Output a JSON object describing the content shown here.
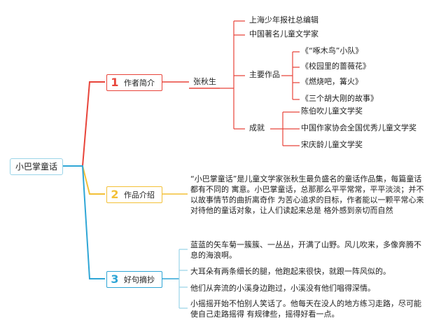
{
  "root": "小巴掌童话",
  "colors": {
    "red": "#e8443a",
    "yellow": "#f3c037",
    "blue": "#2fa6d6",
    "root_border": "#9ad4e8"
  },
  "branch1": {
    "number": "1",
    "label": "作者简介",
    "author": "张秋生",
    "items": [
      "上海少年报社总编辑",
      "中国著名儿童文学家"
    ],
    "works_label": "主要作品",
    "works": [
      "《“啄木鸟”小队》",
      "《校园里的蔷薇花》",
      "《燃烧吧，篝火》",
      "《三个胡大刚的故事》"
    ],
    "achievement_label": "成就",
    "achievements": [
      "陈伯吹儿童文学奖",
      "中国作家协会全国优秀儿童文学奖",
      "宋庆龄儿童文学奖"
    ]
  },
  "branch2": {
    "number": "2",
    "label": "作品介绍",
    "text": "“小巴掌童话”是儿童文学家张秋生最负盛名的童话作品集，每篇童话都有不同的 寓意。小巴掌童话，总那那么平平常常，平平淡淡；并不以故事情节的曲折离奇作 为苦心追求的目标，作者能以一颗平常心来对待他的童话对象，让人们读起来总是 格外感到亲切而自然"
  },
  "branch3": {
    "number": "3",
    "label": "好句摘抄",
    "sentences": [
      "蓝蓝的矢车菊一簇簇、一丛丛，开满了山野。风儿吹来，多像奔腾不息的海浪啊。",
      "大耳朵有两条细长的腿，他跑起来很快，就跟一阵风似的。",
      "他们从奔流的小溪身边跑过，小溪没有他们唱得深情。",
      "小摇摇开始不怕别人笑话了。他每天在没人的地方练习走路，尽可能使自己走路摇得 有规律些，摇得好看一点。"
    ]
  }
}
